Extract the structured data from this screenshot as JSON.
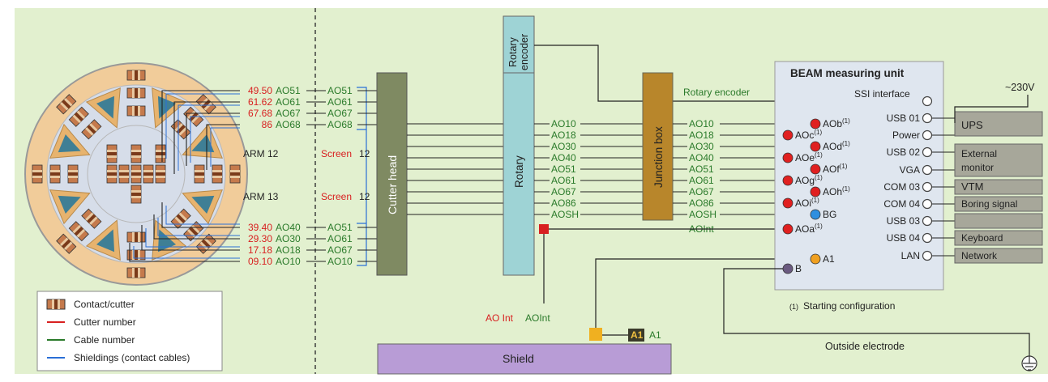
{
  "colors": {
    "background": "#e2f0cf",
    "cutter_head_block": "#7f8a62",
    "rotary_block": "#9ed3d5",
    "junction_block": "#b8862b",
    "measuring_unit": "#dfe6ef",
    "shield_block": "#b89cd6",
    "device_box": "#a7a79a",
    "red_number": "#d82020",
    "green_number": "#2a7a2a",
    "shielding_line": "#2a6fd6",
    "dot_red": "#e02020",
    "dot_blue": "#2f8fe0",
    "dot_orange": "#f0a020",
    "dot_purple": "#6a5a80",
    "contact_cutter": "#c57a4c"
  },
  "cutter_wheel": {
    "arm_upper": "ARM 12",
    "arm_lower": "ARM 13",
    "screen_upper": "Screen",
    "screen_upper_num": "12",
    "screen_lower": "Screen",
    "screen_lower_num": "12",
    "upper_rows": [
      {
        "cutter": "49.50",
        "cable": "AO51",
        "conn": "AO51"
      },
      {
        "cutter": "61.62",
        "cable": "AO61",
        "conn": "AO61"
      },
      {
        "cutter": "67.68",
        "cable": "AO67",
        "conn": "AO67"
      },
      {
        "cutter": "86",
        "cable": "AO68",
        "conn": "AO68"
      }
    ],
    "lower_rows": [
      {
        "cutter": "39.40",
        "cable": "AO40",
        "conn": "AO51"
      },
      {
        "cutter": "29.30",
        "cable": "AO30",
        "conn": "AO61"
      },
      {
        "cutter": "17.18",
        "cable": "AO18",
        "conn": "AO67"
      },
      {
        "cutter": "09.10",
        "cable": "AO10",
        "conn": "AO10"
      }
    ]
  },
  "blocks": {
    "cutter_head": "Cutter head",
    "rotary": "Rotary",
    "rotary_encoder_line1": "Rotary",
    "rotary_encoder_line2": "encoder",
    "junction_box": "Junction box",
    "shield": "Shield"
  },
  "rotary_labels": [
    "AO10",
    "AO18",
    "AO30",
    "AO40",
    "AO51",
    "AO61",
    "AO67",
    "AO86",
    "AOSH"
  ],
  "junction_labels": [
    "AO10",
    "AO18",
    "AO30",
    "AO40",
    "AO51",
    "AO61",
    "AO67",
    "AO86",
    "AOSH",
    "AOInt"
  ],
  "rotary_encoder_label": "Rotary encoder",
  "ao_int": {
    "red": "AO Int",
    "green": "AOInt"
  },
  "a1": {
    "badge": "A1",
    "text": "A1"
  },
  "measuring_unit": {
    "title": "BEAM measuring unit",
    "ssi": "SSI interface",
    "inputs_right": [
      {
        "name": "AOb",
        "sup": "(1)"
      },
      {
        "name": "AOd",
        "sup": "(1)"
      },
      {
        "name": "AOf",
        "sup": "(1)"
      },
      {
        "name": "AOh",
        "sup": "(1)"
      }
    ],
    "inputs_left": [
      {
        "name": "AOc",
        "sup": "(1)"
      },
      {
        "name": "AOe",
        "sup": "(1)"
      },
      {
        "name": "AOg",
        "sup": "(1)"
      },
      {
        "name": "AOi",
        "sup": "(1)"
      }
    ],
    "bg": "BG",
    "aoa": {
      "name": "AOa",
      "sup": "(1)"
    },
    "a1": "A1",
    "b": "B",
    "ports": [
      "USB 01",
      "Power",
      "USB 02",
      "VGA",
      "COM 03",
      "COM 04",
      "USB 03",
      "USB 04",
      "LAN"
    ],
    "footnote_sup": "(1)",
    "footnote": "Starting configuration"
  },
  "devices": {
    "voltage": "~230V",
    "ups": "UPS",
    "external_monitor_line1": "External",
    "external_monitor_line2": "monitor",
    "vtm": "VTM",
    "boring_signal": "Boring signal",
    "empty": "",
    "keyboard": "Keyboard",
    "network": "Network"
  },
  "outside_electrode": "Outside electrode",
  "legend": {
    "items": [
      {
        "icon": "contact-cutter",
        "label": "Contact/cutter"
      },
      {
        "icon": "red-line",
        "label": "Cutter number"
      },
      {
        "icon": "green-line",
        "label": "Cable number"
      },
      {
        "icon": "blue-line",
        "label": "Shieldings (contact cables)"
      }
    ]
  }
}
